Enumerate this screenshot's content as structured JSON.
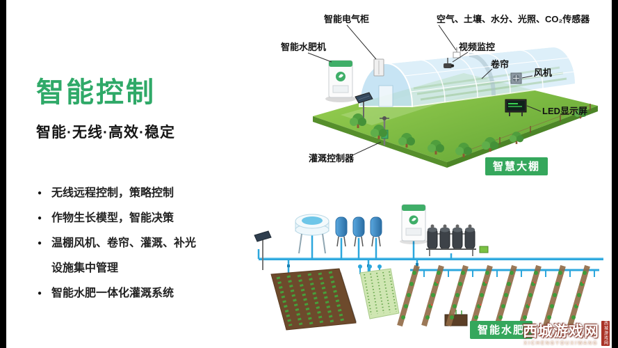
{
  "colors": {
    "accent_green": "#2fa968",
    "badge_green": "#35a75c",
    "pipe_blue": "#2da7dd"
  },
  "left_panel": {
    "title": "智能控制",
    "subtitle": "智能·无线·高效·稳定",
    "bullets": [
      "无线远程控制，策略控制",
      "作物生长模型，智能决策",
      "温棚风机、卷帘、灌溉、补光设施集中管理",
      "智能水肥一体化灌溉系统"
    ]
  },
  "greenhouse": {
    "labels": {
      "electric_cabinet": "智能电气柜",
      "sensors": "空气、土壤、水分、光照、CO₂传感器",
      "water_fertilizer_machine": "智能水肥机",
      "video_monitor": "视频监控",
      "roller_blind": "卷帘",
      "fan": "风机",
      "led_screen": "LED显示屏",
      "irrigation_controller": "灌溉控制器"
    },
    "badge": "智慧大棚"
  },
  "irrigation": {
    "badge": "智能水肥"
  },
  "watermark": {
    "title": "西城游戏网",
    "subtitle": "XICHENGYOUXIWANG",
    "seal": "西城游戏网"
  }
}
